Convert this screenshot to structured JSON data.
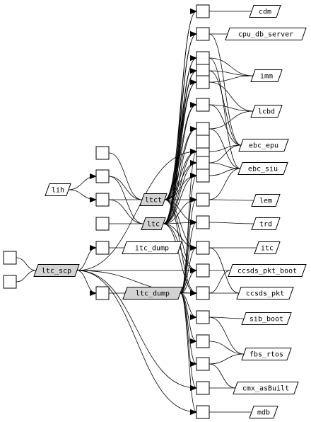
{
  "diagram": {
    "node_fill_highlight": "#d3d3d3",
    "node_fill_default": "#ffffff",
    "edge_color": "#000000",
    "nodes": [
      {
        "id": "b_top1",
        "shape": "box",
        "label": ""
      },
      {
        "id": "b_r2",
        "shape": "box",
        "label": ""
      },
      {
        "id": "b_r3",
        "shape": "box",
        "label": ""
      },
      {
        "id": "b_r4",
        "shape": "box",
        "label": ""
      },
      {
        "id": "b_r5",
        "shape": "box",
        "label": ""
      },
      {
        "id": "b_r6",
        "shape": "box",
        "label": ""
      },
      {
        "id": "b_r7",
        "shape": "box",
        "label": ""
      },
      {
        "id": "b_r8",
        "shape": "box",
        "label": ""
      },
      {
        "id": "b_r9",
        "shape": "box",
        "label": ""
      },
      {
        "id": "b_r10",
        "shape": "box",
        "label": ""
      },
      {
        "id": "b_r11",
        "shape": "box",
        "label": ""
      },
      {
        "id": "b_r12",
        "shape": "box",
        "label": ""
      },
      {
        "id": "b_r13",
        "shape": "box",
        "label": ""
      },
      {
        "id": "b_r14",
        "shape": "box",
        "label": ""
      },
      {
        "id": "b_r15",
        "shape": "box",
        "label": ""
      },
      {
        "id": "b_r16",
        "shape": "box",
        "label": ""
      },
      {
        "id": "b_r17",
        "shape": "box",
        "label": ""
      },
      {
        "id": "b_r18",
        "shape": "box",
        "label": ""
      },
      {
        "id": "b_r19",
        "shape": "box",
        "label": ""
      },
      {
        "id": "b_r20",
        "shape": "box",
        "label": ""
      },
      {
        "id": "b_r21",
        "shape": "box",
        "label": ""
      },
      {
        "id": "b_r22",
        "shape": "box",
        "label": ""
      },
      {
        "id": "b_r23",
        "shape": "box",
        "label": ""
      },
      {
        "id": "b_m1",
        "shape": "box",
        "label": ""
      },
      {
        "id": "b_m2",
        "shape": "box",
        "label": ""
      },
      {
        "id": "b_m3",
        "shape": "box",
        "label": ""
      },
      {
        "id": "b_m4",
        "shape": "box",
        "label": ""
      },
      {
        "id": "b_m5",
        "shape": "box",
        "label": ""
      },
      {
        "id": "b_m6",
        "shape": "box",
        "label": ""
      },
      {
        "id": "b_l1",
        "shape": "box",
        "label": ""
      },
      {
        "id": "b_l2",
        "shape": "box",
        "label": ""
      },
      {
        "id": "cdm",
        "shape": "para",
        "label": "cdm"
      },
      {
        "id": "cpu_db_server",
        "shape": "para",
        "label": "cpu_db_server"
      },
      {
        "id": "imm",
        "shape": "para",
        "label": "imm"
      },
      {
        "id": "lcbd",
        "shape": "para",
        "label": "lcbd"
      },
      {
        "id": "ebc_epu",
        "shape": "para",
        "label": "ebc_epu"
      },
      {
        "id": "ebc_siu",
        "shape": "para",
        "label": "ebc_siu"
      },
      {
        "id": "lem",
        "shape": "para",
        "label": "lem"
      },
      {
        "id": "trd",
        "shape": "para",
        "label": "trd"
      },
      {
        "id": "itc",
        "shape": "para",
        "label": "itc"
      },
      {
        "id": "ccsds_pkt_boot",
        "shape": "para",
        "label": "ccsds_pkt_boot"
      },
      {
        "id": "ccsds_pkt",
        "shape": "para",
        "label": "ccsds_pkt"
      },
      {
        "id": "sib_boot",
        "shape": "para",
        "label": "sib_boot"
      },
      {
        "id": "fbs_rtos",
        "shape": "para",
        "label": "fbs_rtos"
      },
      {
        "id": "cmx_asBuilt",
        "shape": "para",
        "label": "cmx_asBuilt"
      },
      {
        "id": "mdb",
        "shape": "para",
        "label": "mdb"
      },
      {
        "id": "lih",
        "shape": "para",
        "label": "lih"
      },
      {
        "id": "ltct",
        "shape": "para",
        "label": "ltct",
        "highlight": true
      },
      {
        "id": "ltc",
        "shape": "para",
        "label": "ltc",
        "highlight": true
      },
      {
        "id": "itc_dump",
        "shape": "para",
        "label": "itc_dump"
      },
      {
        "id": "ltc_scp",
        "shape": "para",
        "label": "ltc_scp",
        "highlight": true
      },
      {
        "id": "ltc_dump",
        "shape": "para",
        "label": "ltc_dump",
        "highlight": true
      }
    ],
    "edges": [
      {
        "from": "cdm",
        "to": "b_top1",
        "arrow": false
      },
      {
        "from": "cpu_db_server",
        "to": "b_r2",
        "arrow": false
      },
      {
        "from": "imm",
        "to": "b_r3",
        "arrow": false
      },
      {
        "from": "imm",
        "to": "b_r4",
        "arrow": false
      },
      {
        "from": "imm",
        "to": "b_r5",
        "arrow": false
      },
      {
        "from": "lcbd",
        "to": "b_r5",
        "arrow": false
      },
      {
        "from": "lcbd",
        "to": "b_r6",
        "arrow": false
      },
      {
        "from": "lcbd",
        "to": "b_r7",
        "arrow": false
      },
      {
        "from": "ebc_epu",
        "to": "b_r2",
        "arrow": false
      },
      {
        "from": "ebc_epu",
        "to": "b_r4",
        "arrow": false
      },
      {
        "from": "ebc_epu",
        "to": "b_r6",
        "arrow": false
      },
      {
        "from": "ebc_epu",
        "to": "b_r8",
        "arrow": false
      },
      {
        "from": "ebc_epu",
        "to": "b_r9",
        "arrow": false
      },
      {
        "from": "ebc_siu",
        "to": "b_r3",
        "arrow": false
      },
      {
        "from": "ebc_siu",
        "to": "b_r7",
        "arrow": false
      },
      {
        "from": "ebc_siu",
        "to": "b_r9",
        "arrow": false
      },
      {
        "from": "ebc_siu",
        "to": "b_r10",
        "arrow": false
      },
      {
        "from": "ebc_siu",
        "to": "b_r11",
        "arrow": false
      },
      {
        "from": "lem",
        "to": "b_r11",
        "arrow": false
      },
      {
        "from": "trd",
        "to": "b_r12",
        "arrow": false
      },
      {
        "from": "itc",
        "to": "b_r13",
        "arrow": false
      },
      {
        "from": "ccsds_pkt_boot",
        "to": "b_r14",
        "arrow": false
      },
      {
        "from": "ccsds_pkt_boot",
        "to": "b_r15",
        "arrow": false
      },
      {
        "from": "ccsds_pkt",
        "to": "b_r15",
        "arrow": false
      },
      {
        "from": "ccsds_pkt",
        "to": "b_r13",
        "arrow": false
      },
      {
        "from": "sib_boot",
        "to": "b_r16",
        "arrow": false
      },
      {
        "from": "fbs_rtos",
        "to": "b_r17",
        "arrow": false
      },
      {
        "from": "fbs_rtos",
        "to": "b_r18",
        "arrow": false
      },
      {
        "from": "fbs_rtos",
        "to": "b_r16",
        "arrow": false
      },
      {
        "from": "cmx_asBuilt",
        "to": "b_r19",
        "arrow": false
      },
      {
        "from": "cmx_asBuilt",
        "to": "b_r18",
        "arrow": false
      },
      {
        "from": "mdb",
        "to": "b_r20",
        "arrow": false
      },
      {
        "from": "ltct",
        "to": "b_top1",
        "arrow": true
      },
      {
        "from": "ltct",
        "to": "b_r2",
        "arrow": true
      },
      {
        "from": "ltct",
        "to": "b_r3",
        "arrow": true
      },
      {
        "from": "ltct",
        "to": "b_r4",
        "arrow": true
      },
      {
        "from": "ltct",
        "to": "b_r5",
        "arrow": true
      },
      {
        "from": "ltct",
        "to": "b_r6",
        "arrow": true
      },
      {
        "from": "ltct",
        "to": "b_r7",
        "arrow": true
      },
      {
        "from": "ltct",
        "to": "b_r8",
        "arrow": true
      },
      {
        "from": "ltct",
        "to": "b_r9",
        "arrow": true
      },
      {
        "from": "ltct",
        "to": "b_r10",
        "arrow": true
      },
      {
        "from": "ltct",
        "to": "b_r11",
        "arrow": true
      },
      {
        "from": "ltct",
        "to": "b_r12",
        "arrow": true
      },
      {
        "from": "ltct",
        "to": "b_r13",
        "arrow": true
      },
      {
        "from": "ltct",
        "to": "b_r14",
        "arrow": true
      },
      {
        "from": "ltct",
        "to": "b_r15",
        "arrow": true
      },
      {
        "from": "ltc",
        "to": "b_top1",
        "arrow": true
      },
      {
        "from": "ltc",
        "to": "b_r2",
        "arrow": true
      },
      {
        "from": "ltc",
        "to": "b_r3",
        "arrow": true
      },
      {
        "from": "ltc",
        "to": "b_r4",
        "arrow": true
      },
      {
        "from": "ltc",
        "to": "b_r5",
        "arrow": true
      },
      {
        "from": "ltc",
        "to": "b_r6",
        "arrow": true
      },
      {
        "from": "ltc",
        "to": "b_r7",
        "arrow": true
      },
      {
        "from": "ltc",
        "to": "b_r8",
        "arrow": true
      },
      {
        "from": "ltc",
        "to": "b_r9",
        "arrow": true
      },
      {
        "from": "ltc",
        "to": "b_r10",
        "arrow": true
      },
      {
        "from": "ltc",
        "to": "b_r11",
        "arrow": true
      },
      {
        "from": "ltc",
        "to": "b_r12",
        "arrow": true
      },
      {
        "from": "ltc",
        "to": "b_r13",
        "arrow": true
      },
      {
        "from": "ltc",
        "to": "b_r14",
        "arrow": true
      },
      {
        "from": "ltc",
        "to": "b_r15",
        "arrow": true
      },
      {
        "from": "ltc_dump",
        "to": "b_r8",
        "arrow": true
      },
      {
        "from": "ltc_dump",
        "to": "b_r10",
        "arrow": true
      },
      {
        "from": "ltc_dump",
        "to": "b_r11",
        "arrow": true
      },
      {
        "from": "ltc_dump",
        "to": "b_r12",
        "arrow": true
      },
      {
        "from": "ltc_dump",
        "to": "b_r13",
        "arrow": true
      },
      {
        "from": "ltc_dump",
        "to": "b_r14",
        "arrow": true
      },
      {
        "from": "ltc_dump",
        "to": "b_r15",
        "arrow": true
      },
      {
        "from": "ltc_dump",
        "to": "b_r16",
        "arrow": true
      },
      {
        "from": "ltc_dump",
        "to": "b_r17",
        "arrow": true
      },
      {
        "from": "ltc_dump",
        "to": "b_r18",
        "arrow": true
      },
      {
        "from": "ltc_dump",
        "to": "b_r19",
        "arrow": true
      },
      {
        "from": "ltc_dump",
        "to": "b_r20",
        "arrow": true
      },
      {
        "from": "ltc_scp",
        "to": "b_m4",
        "arrow": true
      },
      {
        "from": "ltc_scp",
        "to": "b_m6",
        "arrow": true
      },
      {
        "from": "ltc_scp",
        "to": "b_r14",
        "arrow": true
      },
      {
        "from": "ltc_scp",
        "to": "b_r15",
        "arrow": true
      },
      {
        "from": "ltc_scp",
        "to": "b_r8",
        "arrow": true
      },
      {
        "from": "ltc_scp",
        "to": "b_r22",
        "arrow": true
      },
      {
        "from": "ltc_scp",
        "to": "b_r23",
        "arrow": true
      },
      {
        "from": "lih",
        "to": "b_m2",
        "arrow": true
      },
      {
        "from": "lih",
        "to": "b_m3",
        "arrow": true
      },
      {
        "from": "b_m1",
        "to": "ltct",
        "arrow": false
      },
      {
        "from": "b_m2",
        "to": "ltct",
        "arrow": false
      },
      {
        "from": "b_m3",
        "to": "ltct",
        "arrow": false
      },
      {
        "from": "b_m2",
        "to": "ltc",
        "arrow": false
      },
      {
        "from": "b_m3",
        "to": "ltc",
        "arrow": false
      },
      {
        "from": "b_m5",
        "to": "ltc",
        "arrow": false
      },
      {
        "from": "b_m4",
        "to": "itc_dump",
        "arrow": false
      },
      {
        "from": "b_m6",
        "to": "ltc_dump",
        "arrow": false
      },
      {
        "from": "b_l1",
        "to": "ltc_scp",
        "arrow": false
      },
      {
        "from": "b_l2",
        "to": "ltc_scp",
        "arrow": false
      }
    ]
  }
}
